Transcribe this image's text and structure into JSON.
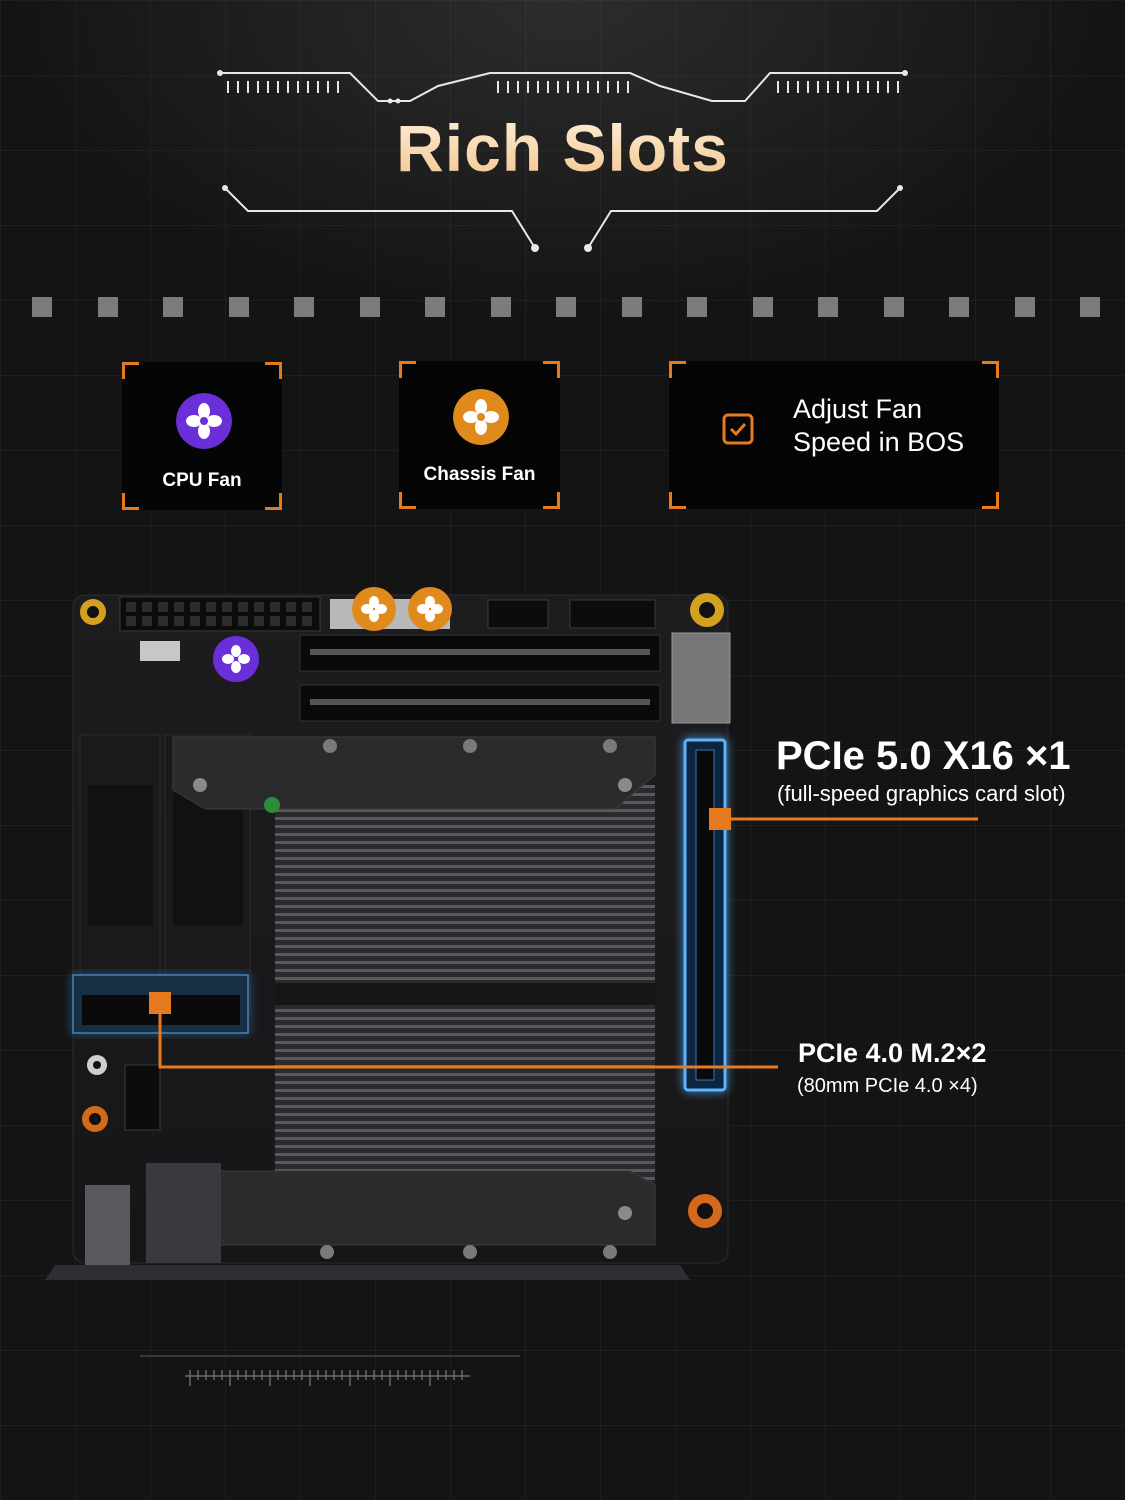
{
  "title": "Rich Slots",
  "features": [
    {
      "label": "CPU Fan",
      "icon": "cpu-fan-icon",
      "color": "#6a2fd8"
    },
    {
      "label": "Chassis Fan",
      "icon": "chassis-fan-icon",
      "color": "#e08a1e"
    },
    {
      "label_line1": "Adjust Fan",
      "label_line2": "Speed in BOS",
      "icon": "checkbox-icon",
      "color": "#e67a1e"
    }
  ],
  "callouts": [
    {
      "title": "PCIe 5.0 X16 ×1",
      "subtitle": "(full-speed graphics card slot)"
    },
    {
      "title": "PCIe 4.0 M.2×2",
      "subtitle": "(80mm PCIe 4.0 ×4)"
    }
  ],
  "colors": {
    "accent_orange": "#e67a1e",
    "pcie_glow": "#5ab4ff",
    "title_gold": "#f2c48c"
  }
}
